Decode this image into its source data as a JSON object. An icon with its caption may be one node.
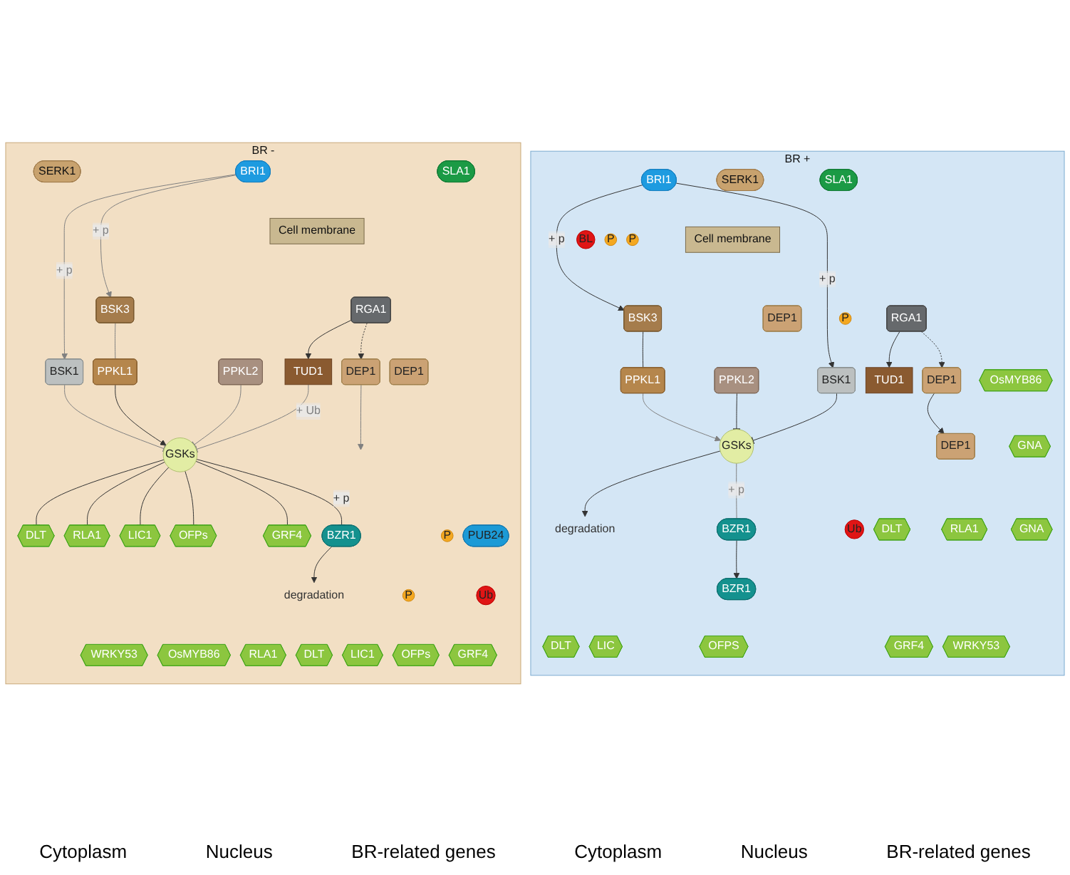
{
  "diagram": {
    "nodes": [
      {
        "text": [
          "BR -"
        ]
      },
      {
        "text": [
          "Cell membrane"
        ],
        "in": 0
      },
      {
        "text": [
          "SERK1"
        ],
        "in": 0
      },
      {
        "text": [
          "BRI1"
        ],
        "in": 0
      },
      {
        "text": [
          "SLA1"
        ],
        "in": 0
      },
      {
        "text": [
          "BSK3"
        ],
        "in": 0
      },
      {
        "text": [
          "BSK1"
        ],
        "in": 0
      },
      {
        "text": [
          "PPKL2"
        ],
        "in": 0
      },
      {
        "text": [
          "PPKL1"
        ],
        "in": 0
      },
      {
        "text": [
          "RGA1"
        ],
        "in": 0
      },
      {
        "text": [
          "DEP1"
        ],
        "in": 0
      },
      {
        "text": [
          "TUD1"
        ],
        "in": 0
      },
      {
        "text": [
          "GSKs"
        ],
        "in": 0
      },
      {
        "text": [
          "P"
        ],
        "in": 0
      },
      {
        "text": [
          "DEP1"
        ],
        "in": 0
      },
      {
        "text": [
          "DLT"
        ],
        "in": 0
      },
      {
        "text": [
          "RLA1"
        ],
        "in": 0
      },
      {
        "text": [
          "LIC1"
        ],
        "in": 0
      },
      {
        "text": [
          "OFPs"
        ],
        "in": 0
      },
      {
        "text": [
          "GRF4"
        ],
        "in": 0
      },
      {
        "text": [
          "PUB24"
        ],
        "in": 0
      },
      {
        "text": [
          "BZR1"
        ],
        "in": 0
      },
      {
        "text": [
          "P"
        ],
        "in": 0
      },
      {
        "text": [
          "Ub"
        ],
        "in": 0
      },
      {
        "text": [
          "degradation"
        ],
        "in": 0
      },
      {
        "text": [
          "WRKY53"
        ],
        "in": 0
      },
      {
        "text": [
          "OsMYB86"
        ],
        "in": 0
      },
      {
        "text": [
          "RLA1"
        ],
        "in": 0
      },
      {
        "text": [
          "DLT"
        ],
        "in": 0
      },
      {
        "text": [
          "LIC1"
        ],
        "in": 0
      },
      {
        "text": [
          "OFPs"
        ],
        "in": 0
      },
      {
        "text": [
          "GRF4"
        ],
        "in": 0
      },
      {
        "text": [
          "BR +"
        ]
      },
      {
        "text": [
          "Cell membrane"
        ],
        "in": 32
      },
      {
        "text": [
          "BRI1"
        ],
        "in": 32
      },
      {
        "text": [
          "SERK1"
        ],
        "in": 32
      },
      {
        "text": [
          "BL"
        ],
        "in": 32
      },
      {
        "text": [
          "P"
        ],
        "in": 32
      },
      {
        "text": [
          "SLA1"
        ],
        "in": 32
      },
      {
        "text": [
          "DEP1"
        ],
        "in": 32
      },
      {
        "text": [
          "RGA1"
        ],
        "in": 32
      },
      {
        "text": [
          "P"
        ],
        "in": 32
      },
      {
        "text": [
          "BSK3"
        ],
        "in": 32
      },
      {
        "text": [
          "PPKL2"
        ],
        "in": 32
      },
      {
        "text": [
          "PPKL1"
        ],
        "in": 32
      },
      {
        "text": [
          "BSK1"
        ],
        "in": 32
      },
      {
        "text": [
          "P"
        ],
        "in": 32
      },
      {
        "text": [
          "DEP1"
        ],
        "in": 32
      },
      {
        "text": [
          "GNA"
        ],
        "in": 32
      },
      {
        "text": [
          "TUD1"
        ],
        "in": 32
      },
      {
        "text": [
          "GSKs"
        ],
        "in": 32
      },
      {
        "text": [
          "Ub"
        ],
        "in": 32
      },
      {
        "text": [
          "degradation"
        ],
        "in": 32
      },
      {
        "text": [
          "BZR1"
        ],
        "in": 32
      },
      {
        "text": [
          "OsMYB86"
        ],
        "in": 32
      },
      {
        "text": [
          "DEP1"
        ],
        "in": 32
      },
      {
        "text": [
          "DLT"
        ],
        "in": 32
      },
      {
        "text": [
          "RLA1"
        ],
        "in": 32
      },
      {
        "text": [
          "GNA"
        ],
        "in": 32
      },
      {
        "text": [
          "DLT"
        ],
        "in": 32
      },
      {
        "text": [
          "BZR1"
        ],
        "in": 32
      },
      {
        "text": [
          "LIC"
        ],
        "in": 32
      },
      {
        "text": [
          "OFPS"
        ],
        "in": 32
      },
      {
        "text": [
          "GRF4"
        ],
        "in": 32
      },
      {
        "text": [
          "WRKY53"
        ],
        "in": 32
      }
    ],
    "edges": [
      {
        "from": 3,
        "to": 5,
        "arrow": "to",
        "label": "+ p",
        "color": "#808080"
      },
      {
        "from": 3,
        "to": 6,
        "arrow": "to",
        "label": "+ p",
        "color": "#808080"
      },
      {
        "from": 5,
        "to": 8,
        "arrow": "other",
        "color": "#808080"
      },
      {
        "from": 6,
        "to": 12,
        "arrow": "other",
        "color": "#808080"
      },
      {
        "from": 8,
        "to": 12,
        "arrow": "to"
      },
      {
        "from": 7,
        "to": 12,
        "arrow": "other",
        "color": "#808080"
      },
      {
        "from": 9,
        "to": 11,
        "arrow": "to"
      },
      {
        "from": 9,
        "to": 14,
        "arrow": "to",
        "style": "dashed"
      },
      {
        "from": 11,
        "to": 12,
        "arrow": "other",
        "label": "+ Ub",
        "color": "#808080"
      },
      {
        "from": 12,
        "to": 15,
        "arrow": "other"
      },
      {
        "from": 12,
        "to": 16,
        "arrow": "other"
      },
      {
        "from": 12,
        "to": 17,
        "arrow": "other"
      },
      {
        "from": 12,
        "to": 18,
        "arrow": "other"
      },
      {
        "from": 12,
        "to": 19,
        "arrow": "other"
      },
      {
        "from": 12,
        "to": 21,
        "arrow": "other",
        "label": "+ p"
      },
      {
        "from": 21,
        "to": 24,
        "arrow": "to"
      },
      {
        "from": 14,
        "to": null,
        "arrow": "to",
        "color": "#808080"
      },
      {
        "from": 34,
        "to": 42,
        "arrow": "to",
        "label": "+ p"
      },
      {
        "from": 34,
        "to": 45,
        "arrow": "to",
        "label": "+ p"
      },
      {
        "from": 42,
        "to": 44,
        "arrow": "other"
      },
      {
        "from": 44,
        "to": 50,
        "arrow": "to",
        "color": "#808080"
      },
      {
        "from": 43,
        "to": 50,
        "arrow": "other"
      },
      {
        "from": 45,
        "to": 50,
        "arrow": "other"
      },
      {
        "from": 40,
        "to": 49,
        "arrow": "to"
      },
      {
        "from": 40,
        "to": 47,
        "arrow": "to",
        "style": "dashed"
      },
      {
        "from": 50,
        "to": 52,
        "arrow": "to"
      },
      {
        "from": 50,
        "to": 53,
        "arrow": "other",
        "label": "+ p",
        "color": "#808080"
      },
      {
        "from": 47,
        "to": 55,
        "arrow": "to"
      },
      {
        "from": 53,
        "to": 60,
        "arrow": "to"
      }
    ],
    "labels": [
      "Cytoplasm",
      "Nucleus",
      "BR-related genes",
      "Cytoplasm",
      "Nucleus",
      "BR-related genes"
    ]
  }
}
